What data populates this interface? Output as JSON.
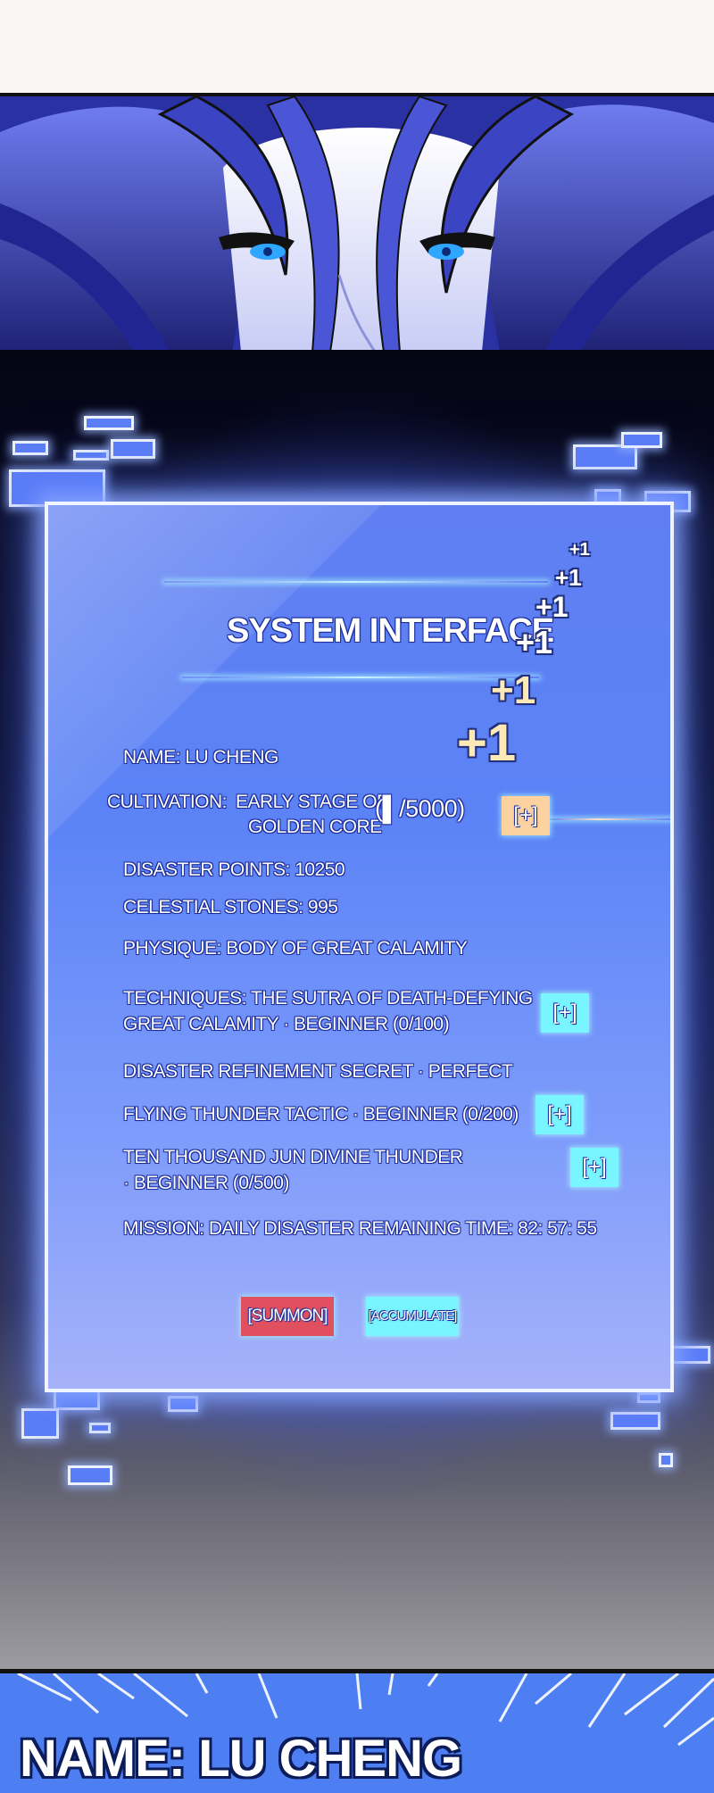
{
  "panel": {
    "title": "SYSTEM INTERFACE",
    "name": "NAME: LU CHENG",
    "cultivation_label": "CULTIVATION:",
    "cultivation_line1": "EARLY STAGE OF",
    "cultivation_line2": "GOLDEN CORE",
    "cultivation_progress": "(▌/5000)",
    "cultivation_plus": "[+]",
    "disaster_points": "DISASTER POINTS: 10250",
    "celestial_stones": "CELESTIAL STONES: 995",
    "physique": "PHYSIQUE: BODY OF GREAT CALAMITY",
    "techniques_line1": "TECHNIQUES: THE SUTRA OF DEATH-DEFYING",
    "techniques_line2": "GREAT CALAMITY · BEGINNER (0/100)",
    "techniques_plus": "[+]",
    "refinement": "DISASTER REFINEMENT SECRET · PERFECT",
    "flying_thunder": "FLYING THUNDER TACTIC · BEGINNER (0/200)",
    "flying_thunder_plus": "[+]",
    "divine_thunder_line1": "TEN THOUSAND JUN DIVINE THUNDER",
    "divine_thunder_line2": "· BEGINNER (0/500)",
    "divine_thunder_plus": "[+]",
    "mission": "MISSION: DAILY DISASTER  REMAINING TIME: 82: 57: 55",
    "summon_label": "[SUMMON]",
    "accumulate_label": "[ACCUMULATE]"
  },
  "plus_effects": [
    "+1",
    "+1",
    "+1",
    "+1",
    "+1",
    "+1"
  ],
  "banner": {
    "name": "NAME: LU CHENG"
  },
  "colors": {
    "panel_blue": "#5b83f6",
    "summon_red": "#e0505e",
    "accumulate_cyan": "#79f5ff",
    "plus_orange": "#fcd2a0",
    "banner_blue": "#4e7ff2"
  }
}
